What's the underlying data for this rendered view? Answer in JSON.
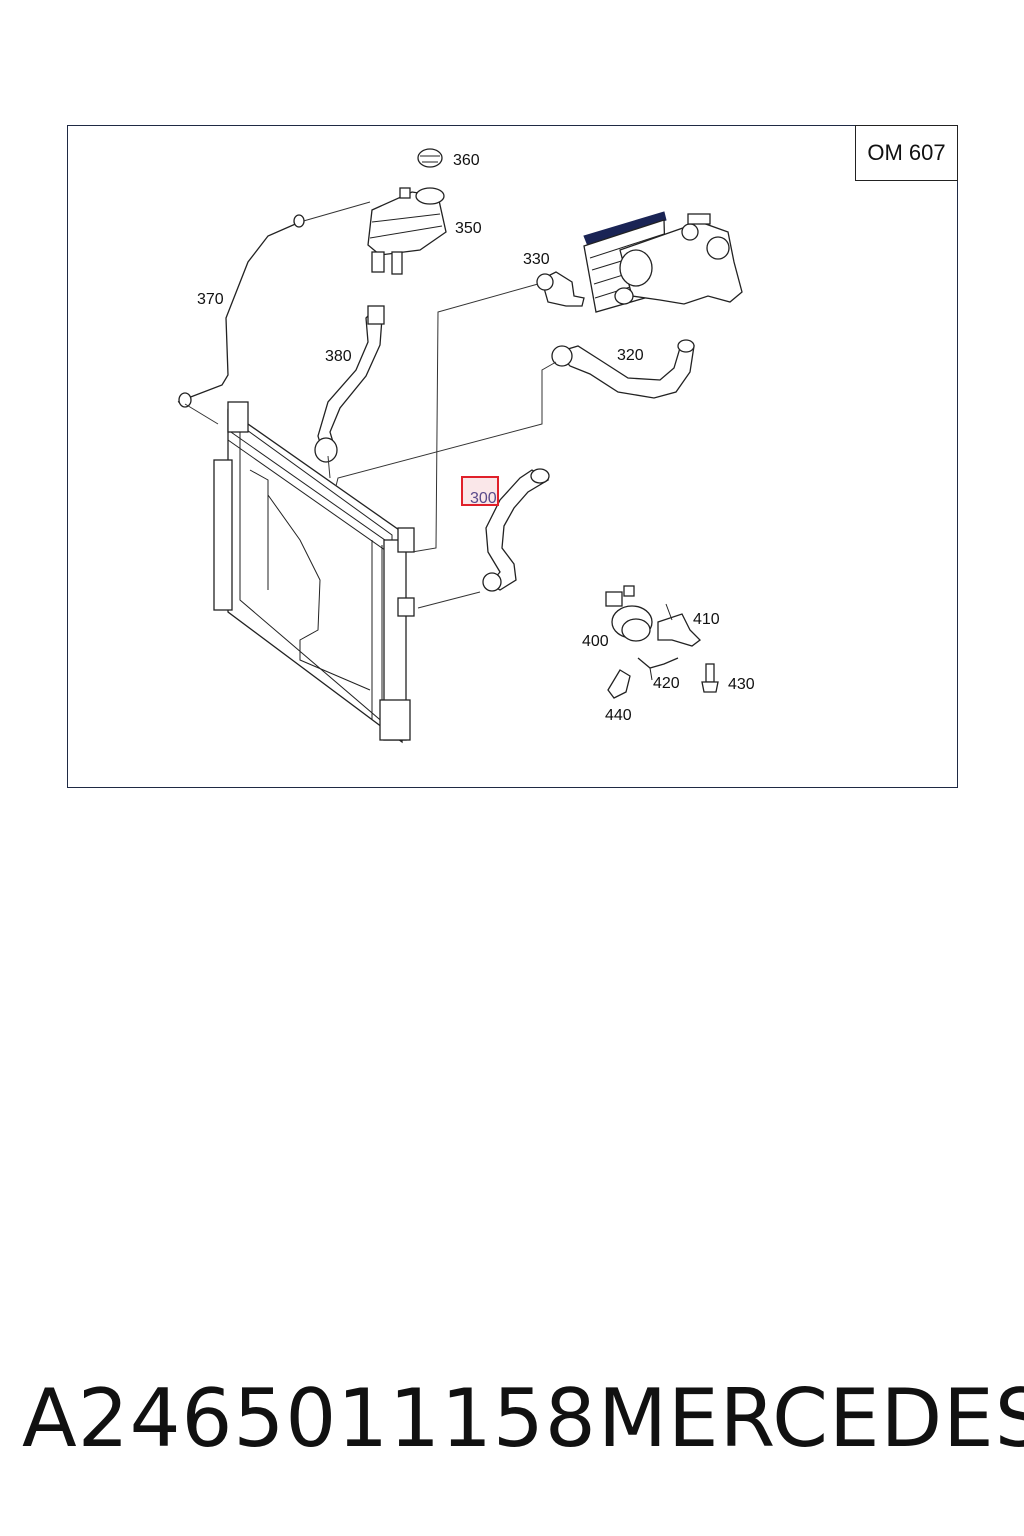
{
  "diagram": {
    "engine_code": "OM 607",
    "callouts": {
      "c300": "300",
      "c320": "320",
      "c330": "330",
      "c350": "350",
      "c360": "360",
      "c370": "370",
      "c380": "380",
      "c400": "400",
      "c410": "410",
      "c420": "420",
      "c430": "430",
      "c440": "440"
    },
    "highlighted_part": "300",
    "highlight_color": "#e0202a"
  },
  "footer": {
    "part_number": "A2465011158",
    "brand": "MERCEDES"
  }
}
